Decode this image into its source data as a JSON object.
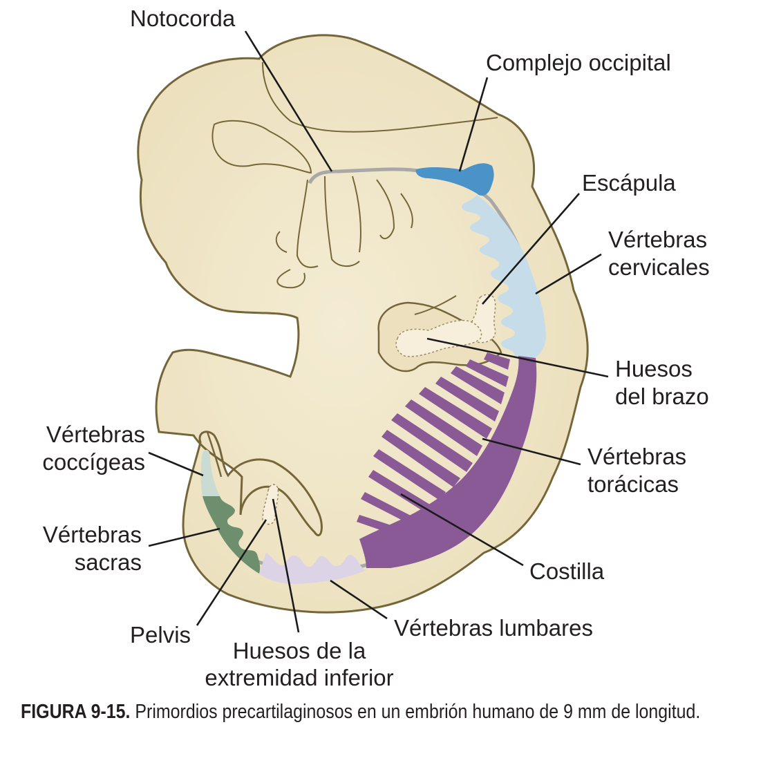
{
  "labels": {
    "notocorda": "Notocorda",
    "complejo_occipital": "Complejo occipital",
    "escapula": "Escápula",
    "vertebras_cervicales": [
      "Vértebras",
      "cervicales"
    ],
    "huesos_brazo": [
      "Huesos",
      "del brazo"
    ],
    "vertebras_toracicas": [
      "Vértebras",
      "torácicas"
    ],
    "costilla": "Costilla",
    "vertebras_lumbares": "Vértebras lumbares",
    "huesos_extremidad_inferior": [
      "Huesos de la",
      "extremidad inferior"
    ],
    "pelvis": "Pelvis",
    "vertebras_sacras": [
      "Vértebras",
      "sacras"
    ],
    "vertebras_coccigeas": [
      "Vértebras",
      "coccígeas"
    ]
  },
  "caption": {
    "label": "FIGURA 9-15.",
    "text": "Primordios precartilaginosos en un embrión humano de 9 mm de longitud."
  },
  "colors": {
    "embryo_fill": "#efe4c4",
    "outline": "#75663a",
    "occipital": "#4a93c9",
    "cervical": "#c6dde9",
    "thoracic": "#8a5a96",
    "lumbar": "#ddd3e6",
    "sacral": "#6e8f6e",
    "coccygeal": "#c9dbd2",
    "limb_bones": "#f7efdc",
    "notochord": "#a8a8a8",
    "leader": "#1a1a1a"
  }
}
